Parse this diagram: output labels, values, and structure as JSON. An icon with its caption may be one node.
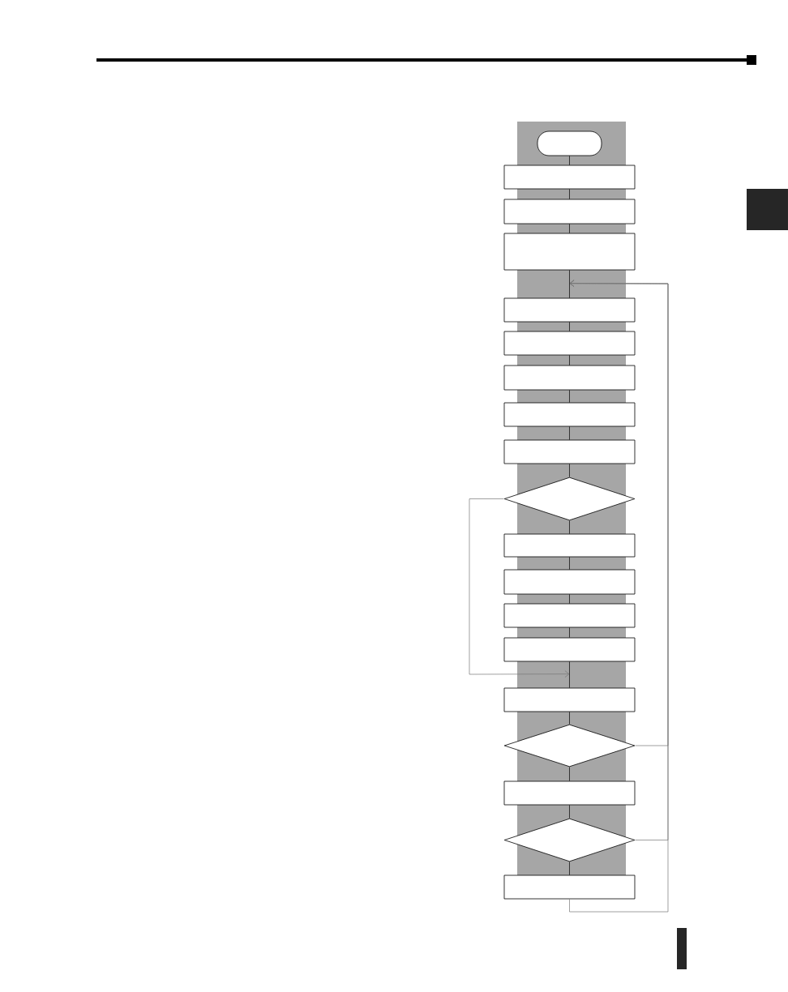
{
  "diagram": {
    "nodes": [
      {
        "text": [],
        "shape": "oval"
      },
      {
        "text": [],
        "shape": "box"
      },
      {
        "text": [],
        "shape": "box"
      },
      {
        "text": [],
        "shape": "box"
      },
      {
        "text": [],
        "shape": "box"
      },
      {
        "text": [],
        "shape": "box"
      },
      {
        "text": [],
        "shape": "box"
      },
      {
        "text": [],
        "shape": "box"
      },
      {
        "text": [],
        "shape": "box"
      },
      {
        "text": [],
        "shape": "diamond"
      },
      {
        "text": [],
        "shape": "box"
      },
      {
        "text": [],
        "shape": "box"
      },
      {
        "text": [],
        "shape": "box"
      },
      {
        "text": [],
        "shape": "box"
      },
      {
        "text": [],
        "shape": "box"
      },
      {
        "text": [],
        "shape": "diamond"
      },
      {
        "text": [],
        "shape": "box"
      },
      {
        "text": [],
        "shape": "diamond"
      },
      {
        "text": [],
        "shape": "box"
      }
    ],
    "edges": [
      {
        "from": 0,
        "to": 1,
        "arrow": "none"
      },
      {
        "from": 1,
        "to": 2,
        "arrow": "none"
      },
      {
        "from": 2,
        "to": 3,
        "arrow": "none"
      },
      {
        "from": 3,
        "to": 4,
        "arrow": "none"
      },
      {
        "from": 4,
        "to": 5,
        "arrow": "none"
      },
      {
        "from": 5,
        "to": 6,
        "arrow": "none"
      },
      {
        "from": 6,
        "to": 7,
        "arrow": "none"
      },
      {
        "from": 7,
        "to": 8,
        "arrow": "none"
      },
      {
        "from": 8,
        "to": 9,
        "arrow": "none"
      },
      {
        "from": 9,
        "to": 10,
        "arrow": "none"
      },
      {
        "from": 10,
        "to": 11,
        "arrow": "none"
      },
      {
        "from": 11,
        "to": 12,
        "arrow": "none"
      },
      {
        "from": 12,
        "to": 13,
        "arrow": "none"
      },
      {
        "from": 13,
        "to": 14,
        "arrow": "none"
      },
      {
        "from": 14,
        "to": 15,
        "arrow": "none"
      },
      {
        "from": 15,
        "to": 16,
        "arrow": "none"
      },
      {
        "from": 16,
        "to": 17,
        "arrow": "none"
      },
      {
        "from": 17,
        "to": 18,
        "arrow": "none"
      },
      {
        "from": 9,
        "to": 14,
        "arrow": "to",
        "color": "#777777"
      },
      {
        "from": 15,
        "to": 4,
        "arrow": "to",
        "color": "#777777"
      },
      {
        "from": 17,
        "to": 4,
        "arrow": "to",
        "color": "#777777"
      },
      {
        "from": 18,
        "to": 4,
        "arrow": "to",
        "color": "#777777"
      }
    ]
  }
}
